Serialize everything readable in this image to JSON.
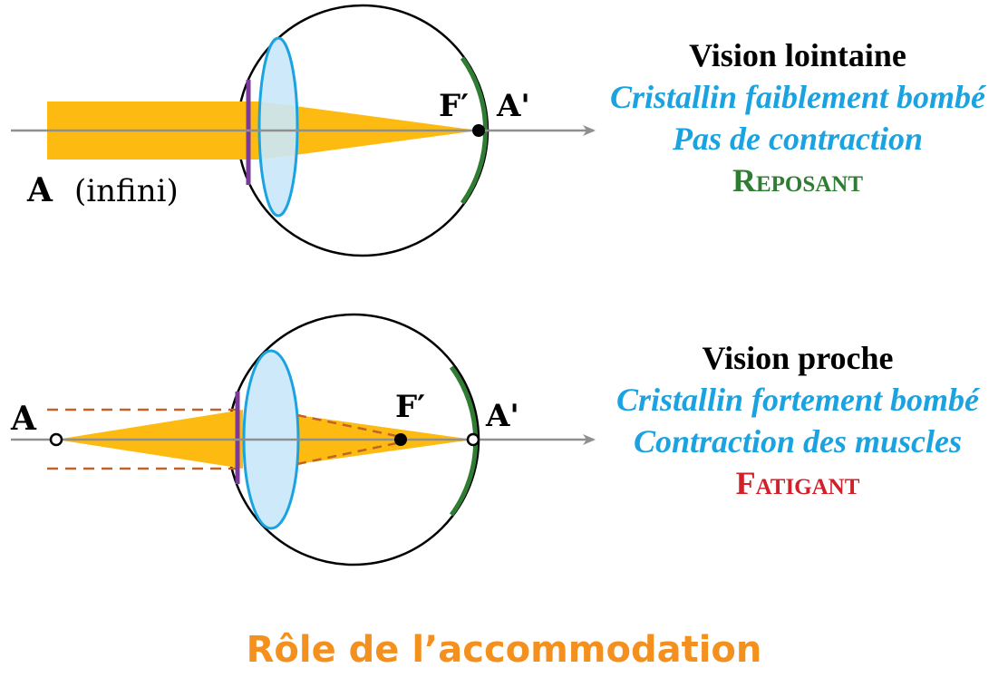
{
  "colors": {
    "beam": "#fdbb12",
    "lens_fill": "#c9e8f9",
    "lens_stroke": "#1aa3e0",
    "retina": "#2e7d32",
    "iris": "#7a3a9a",
    "axis": "#8f8f8f",
    "dashed_ray": "#c0622a",
    "desc_text": "#1aa3e0",
    "relaxed": "#2e7d32",
    "tiring": "#d0202a",
    "title": "#f4901e"
  },
  "far_vision": {
    "object_label_main": "A",
    "object_label_note": "(infini)",
    "focus_label": "F′",
    "image_label": "A'",
    "heading": "Vision lointaine",
    "lens_state": "Cristallin faiblement bombé",
    "muscle_state": "Pas de contraction",
    "verdict": "Reposant"
  },
  "near_vision": {
    "object_label": "A",
    "focus_label": "F′",
    "image_label": "A'",
    "heading": "Vision proche",
    "lens_state": "Cristallin fortement bombé",
    "muscle_state": "Contraction des muscles",
    "verdict": "Fatigant"
  },
  "title": "Rôle de l’accommodation"
}
